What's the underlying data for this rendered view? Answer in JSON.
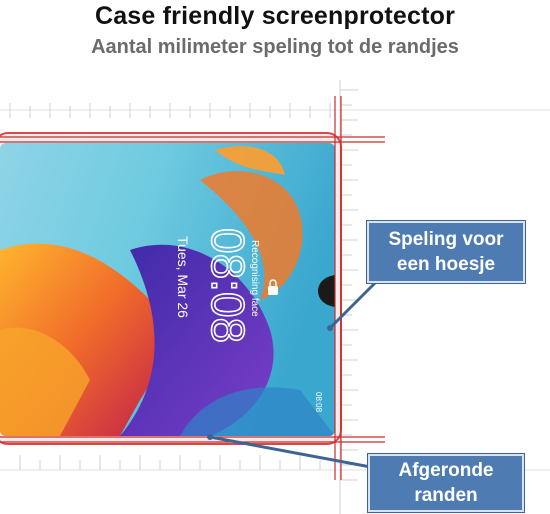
{
  "header": {
    "title": "Case friendly screenprotector",
    "subtitle": "Aantal milimeter speling tot de randjes"
  },
  "phone_screen": {
    "time": "08:08",
    "date": "Tues, Mar 26",
    "status": "Recognising face",
    "side_time": "08:08"
  },
  "callouts": {
    "spacing": [
      "Speling voor",
      "een hoesje"
    ],
    "edges": [
      "Afgeronde",
      "randen"
    ]
  },
  "colors": {
    "callout_bg": "#4f7bb3",
    "ruler_line": "#cc2b2b",
    "outline": "#d94848"
  }
}
